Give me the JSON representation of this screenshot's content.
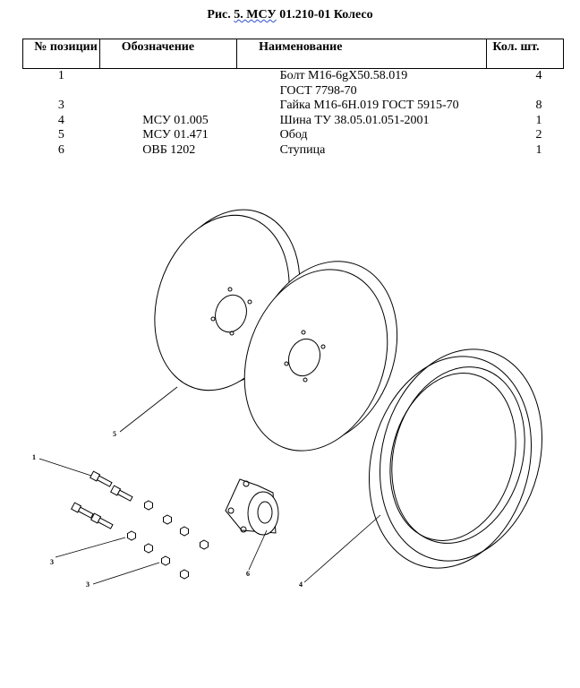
{
  "title": {
    "prefix": "Рис. ",
    "underlined": "5. МСУ",
    "suffix": " 01.210-01 Колесо"
  },
  "table": {
    "headers": [
      "№ позиции",
      "Обозначение",
      "Наименование",
      "Кол. шт."
    ],
    "rows": [
      {
        "pos": "1",
        "designation": "",
        "name": "Болт М16-6gX50.58.019",
        "qty": "4"
      },
      {
        "pos": "",
        "designation": "",
        "name": "ГОСТ 7798-70",
        "qty": ""
      },
      {
        "pos": "3",
        "designation": "",
        "name": "Гайка М16-6Н.019 ГОСТ 5915-70",
        "qty": "8"
      },
      {
        "pos": "4",
        "designation": "МСУ 01.005",
        "name": "Шина ТУ 38.05.01.051-2001",
        "qty": "1"
      },
      {
        "pos": "5",
        "designation": "МСУ 01.471",
        "name": "Обод",
        "qty": "2"
      },
      {
        "pos": "6",
        "designation": "ОВБ 1202",
        "name": "Ступица",
        "qty": "1"
      }
    ]
  },
  "drawing": {
    "callouts": [
      "1",
      "3",
      "3",
      "4",
      "5",
      "6"
    ]
  }
}
